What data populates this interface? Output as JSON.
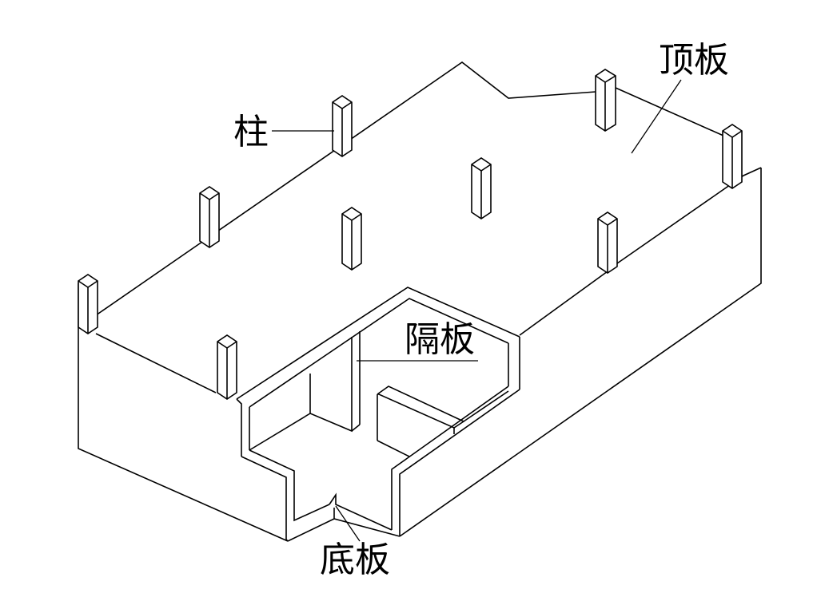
{
  "diagram": {
    "labels": {
      "column": "柱",
      "roof_slab": "顶板",
      "partition": "隔板",
      "base_slab": "底板"
    }
  }
}
